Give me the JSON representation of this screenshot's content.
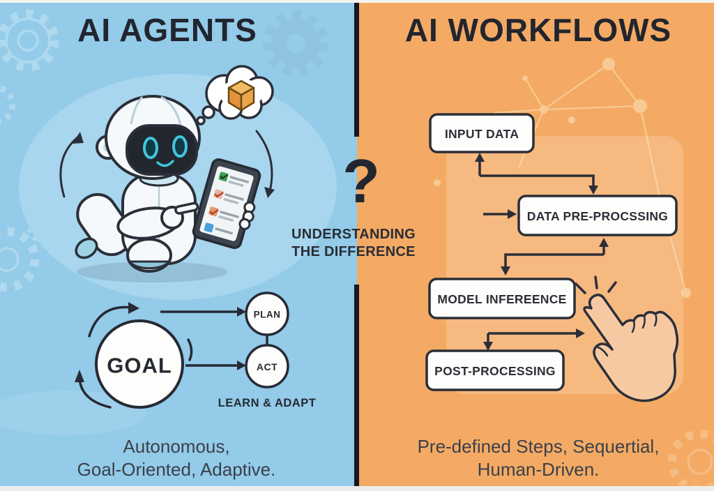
{
  "left": {
    "title": "AI AGENTS",
    "goal_label": "GOAL",
    "plan_label": "PLAN",
    "act_label": "ACT",
    "learn_label": "LEARN & ADAPT",
    "caption_line1": "Autonomous,",
    "caption_line2": "Goal-Oriented, Adaptive."
  },
  "center": {
    "question_mark": "?",
    "subtitle_line1": "UNDERSTANDING",
    "subtitle_line2": "THE DIFFERENCE"
  },
  "right": {
    "title": "AI WORKFLOWS",
    "steps": [
      "INPUT DATA",
      "DATA PRE-PROCSSING",
      "MODEL INFEREENCE",
      "POST-PROCESSING"
    ],
    "caption_line1": "Pre-defined Steps, Sequertial,",
    "caption_line2": "Human-Driven."
  },
  "icons": {
    "thought_bubble": "cloud-with-cube",
    "cube": "isometric-cube",
    "checklist_tablet": "tablet-with-checklist",
    "hand_cursor": "pointing-hand-click",
    "gears": "gear-outline",
    "cycle_arrows": "curved-cycle-arrows"
  },
  "colors": {
    "left_bg": "#93cbe9",
    "right_bg": "#f4aa64",
    "ink": "#23262e",
    "box_fill": "#fdfdfb",
    "accent_cyan": "#41c7de",
    "cube_orange": "#eda44a",
    "hand_skin": "#f7c9a3"
  }
}
